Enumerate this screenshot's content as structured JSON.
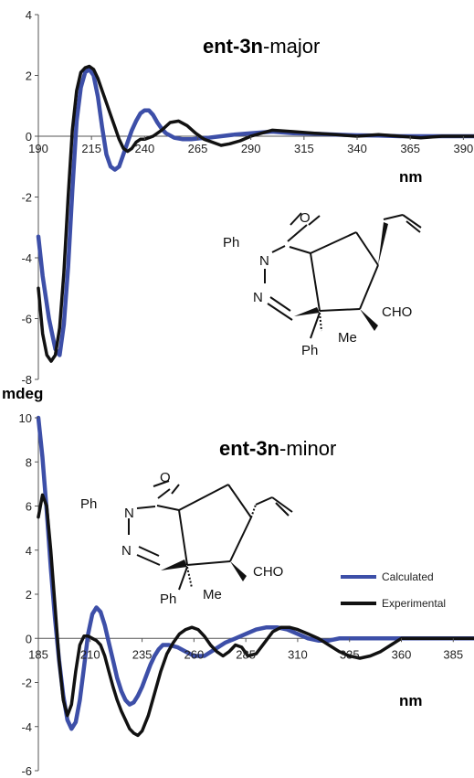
{
  "y_unit_label": "mdeg",
  "chart_data": [
    {
      "type": "line",
      "title_bold": "ent-3n",
      "title_rest": "-major",
      "xlabel": "nm",
      "ylabel": "mdeg",
      "xlim": [
        190,
        395
      ],
      "ylim": [
        -8,
        4
      ],
      "x_ticks": [
        190,
        215,
        240,
        265,
        290,
        315,
        340,
        365,
        390
      ],
      "y_ticks": [
        4,
        2,
        0,
        -2,
        -4,
        -6,
        -8
      ],
      "series": [
        {
          "name": "Calculated",
          "color": "#3d4fa8",
          "x": [
            190,
            192,
            195,
            198,
            200,
            202,
            204,
            206,
            208,
            210,
            212,
            214,
            216,
            218,
            220,
            222,
            224,
            226,
            228,
            230,
            232,
            234,
            236,
            238,
            240,
            242,
            244,
            246,
            248,
            250,
            254,
            258,
            262,
            266,
            270,
            276,
            282,
            290,
            300,
            310,
            320,
            330,
            340,
            350,
            360,
            370,
            380,
            390,
            395
          ],
          "y": [
            -3.3,
            -4.6,
            -6.0,
            -7.0,
            -7.2,
            -6.2,
            -4.3,
            -1.8,
            0.5,
            1.6,
            2.1,
            2.2,
            2.0,
            1.3,
            0.3,
            -0.6,
            -1.0,
            -1.1,
            -1.0,
            -0.6,
            -0.2,
            0.2,
            0.5,
            0.75,
            0.85,
            0.85,
            0.7,
            0.45,
            0.25,
            0.1,
            -0.05,
            -0.1,
            -0.1,
            -0.07,
            -0.05,
            0.0,
            0.05,
            0.1,
            0.15,
            0.1,
            0.08,
            0.05,
            0.03,
            0.02,
            0.0,
            0.0,
            0.0,
            0.0,
            0.0
          ]
        },
        {
          "name": "Experimental",
          "color": "#111111",
          "x": [
            190,
            192,
            194,
            196,
            198,
            200,
            202,
            204,
            206,
            208,
            210,
            212,
            214,
            216,
            218,
            220,
            222,
            224,
            226,
            228,
            230,
            232,
            234,
            236,
            238,
            240,
            244,
            248,
            252,
            256,
            260,
            264,
            268,
            272,
            276,
            280,
            285,
            290,
            295,
            300,
            310,
            320,
            330,
            340,
            350,
            360,
            370,
            380,
            390,
            395
          ],
          "y": [
            -5.0,
            -6.5,
            -7.2,
            -7.4,
            -7.2,
            -6.3,
            -4.5,
            -2.0,
            0.2,
            1.5,
            2.1,
            2.25,
            2.3,
            2.2,
            1.9,
            1.5,
            1.1,
            0.7,
            0.3,
            -0.1,
            -0.4,
            -0.5,
            -0.4,
            -0.2,
            -0.1,
            -0.1,
            0.0,
            0.2,
            0.45,
            0.5,
            0.35,
            0.1,
            -0.1,
            -0.2,
            -0.3,
            -0.25,
            -0.15,
            0.0,
            0.1,
            0.2,
            0.15,
            0.1,
            0.05,
            0.0,
            0.05,
            0.0,
            -0.05,
            0.0,
            0.0,
            0.0
          ]
        }
      ]
    },
    {
      "type": "line",
      "title_bold": "ent-3n",
      "title_rest": "-minor",
      "xlabel": "nm",
      "ylabel": "mdeg",
      "xlim": [
        185,
        395
      ],
      "ylim": [
        -6,
        10
      ],
      "x_ticks": [
        185,
        210,
        235,
        260,
        285,
        310,
        335,
        360,
        385
      ],
      "x_tick_labels": [
        "185",
        "210",
        "235",
        "260",
        "285",
        "310",
        "335",
        "360",
        "385"
      ],
      "y_ticks": [
        10,
        8,
        6,
        4,
        2,
        0,
        -2,
        -4,
        -6
      ],
      "legend_position": "bottom-right",
      "series": [
        {
          "name": "Calculated",
          "color": "#3d4fa8",
          "x": [
            185,
            187,
            189,
            191,
            193,
            195,
            197,
            199,
            201,
            203,
            205,
            207,
            209,
            211,
            213,
            215,
            217,
            219,
            221,
            223,
            225,
            227,
            229,
            231,
            233,
            235,
            237,
            239,
            241,
            243,
            245,
            248,
            252,
            256,
            260,
            265,
            270,
            275,
            280,
            285,
            290,
            295,
            300,
            305,
            310,
            315,
            320,
            325,
            330,
            340,
            350,
            360,
            370,
            385,
            395
          ],
          "y": [
            10.0,
            8.2,
            5.8,
            3.2,
            0.9,
            -1.0,
            -2.6,
            -3.7,
            -4.1,
            -3.8,
            -2.8,
            -1.3,
            0.2,
            1.1,
            1.4,
            1.2,
            0.6,
            -0.2,
            -1.0,
            -1.8,
            -2.4,
            -2.8,
            -3.0,
            -2.9,
            -2.6,
            -2.2,
            -1.7,
            -1.2,
            -0.8,
            -0.5,
            -0.3,
            -0.3,
            -0.4,
            -0.6,
            -0.8,
            -0.8,
            -0.5,
            -0.2,
            0.0,
            0.2,
            0.4,
            0.5,
            0.5,
            0.4,
            0.2,
            0.0,
            -0.1,
            -0.1,
            0.0,
            0.0,
            0.0,
            0.0,
            0.0,
            0.0,
            0.0
          ]
        },
        {
          "name": "Experimental",
          "color": "#111111",
          "x": [
            185,
            187,
            189,
            191,
            193,
            195,
            197,
            199,
            201,
            203,
            205,
            207,
            209,
            211,
            213,
            215,
            217,
            219,
            221,
            223,
            225,
            227,
            229,
            231,
            233,
            235,
            238,
            241,
            244,
            247,
            250,
            253,
            256,
            259,
            262,
            265,
            268,
            271,
            274,
            277,
            280,
            283,
            286,
            290,
            294,
            298,
            302,
            306,
            310,
            315,
            320,
            325,
            330,
            335,
            340,
            345,
            350,
            355,
            360,
            370,
            385,
            395
          ],
          "y": [
            5.5,
            6.5,
            6.0,
            4.0,
            1.5,
            -1.0,
            -2.8,
            -3.5,
            -3.0,
            -1.5,
            -0.3,
            0.1,
            0.1,
            0.0,
            -0.1,
            -0.3,
            -0.8,
            -1.5,
            -2.2,
            -2.8,
            -3.3,
            -3.7,
            -4.1,
            -4.3,
            -4.4,
            -4.2,
            -3.5,
            -2.5,
            -1.5,
            -0.7,
            -0.2,
            0.2,
            0.4,
            0.5,
            0.4,
            0.1,
            -0.3,
            -0.6,
            -0.8,
            -0.6,
            -0.3,
            -0.4,
            -0.8,
            -0.7,
            -0.2,
            0.3,
            0.5,
            0.5,
            0.4,
            0.2,
            0.0,
            -0.3,
            -0.6,
            -0.8,
            -0.9,
            -0.8,
            -0.6,
            -0.3,
            0.0,
            0.0,
            0.0,
            0.0
          ]
        }
      ]
    }
  ],
  "structures": {
    "atoms_top": {
      "o": "O",
      "ph_n": "Ph",
      "n1": "N",
      "n2": "N",
      "ph_c": "Ph",
      "me": "Me",
      "cho": "CHO"
    },
    "atoms_bottom": {
      "o": "O",
      "ph_n": "Ph",
      "n1": "N",
      "n2": "N",
      "ph_c": "Ph",
      "me": "Me",
      "cho": "CHO"
    }
  }
}
